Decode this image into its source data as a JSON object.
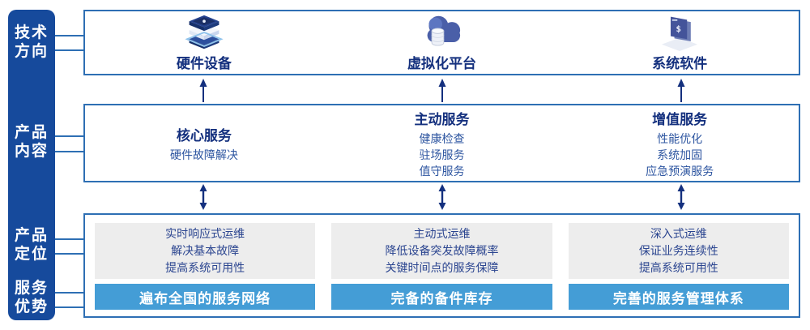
{
  "palette": {
    "sidebar_blue": "#164a9c",
    "panel_border_blue": "#2e6fb4",
    "title_navy": "#14307e",
    "body_blue": "#2d55a0",
    "banner_blue": "#449dd6",
    "gray_panel": "#ededed",
    "arrow_navy": "#14307e",
    "icon_accent_light_blue": "#8fc3ec"
  },
  "sidebar": {
    "items": [
      {
        "line1": "技术",
        "line2": "方向"
      },
      {
        "line1": "产品",
        "line2": "内容"
      },
      {
        "line1": "产品",
        "line2": "定位"
      },
      {
        "line1": "服务",
        "line2": "优势"
      }
    ]
  },
  "tech_row": {
    "items": [
      {
        "icon": "server-stack-icon",
        "label": "硬件设备"
      },
      {
        "icon": "cloud-database-icon",
        "label": "虚拟化平台"
      },
      {
        "icon": "software-window-icon",
        "label": "系统软件"
      }
    ]
  },
  "services_row": {
    "columns": [
      {
        "title": "核心服务",
        "items": [
          "硬件故障解决"
        ]
      },
      {
        "title": "主动服务",
        "items": [
          "健康检查",
          "驻场服务",
          "值守服务"
        ]
      },
      {
        "title": "增值服务",
        "items": [
          "性能优化",
          "系统加固",
          "应急预演服务"
        ]
      }
    ]
  },
  "positioning_row": {
    "columns": [
      {
        "lines": [
          "实时响应式运维",
          "解决基本故障",
          "提高系统可用性"
        ],
        "banner": "遍布全国的服务网络"
      },
      {
        "lines": [
          "主动式运维",
          "降低设备突发故障概率",
          "关键时间点的服务保障"
        ],
        "banner": "完备的备件库存"
      },
      {
        "lines": [
          "深入式运维",
          "保证业务连续性",
          "提高系统可用性"
        ],
        "banner": "完善的服务管理体系"
      }
    ]
  }
}
